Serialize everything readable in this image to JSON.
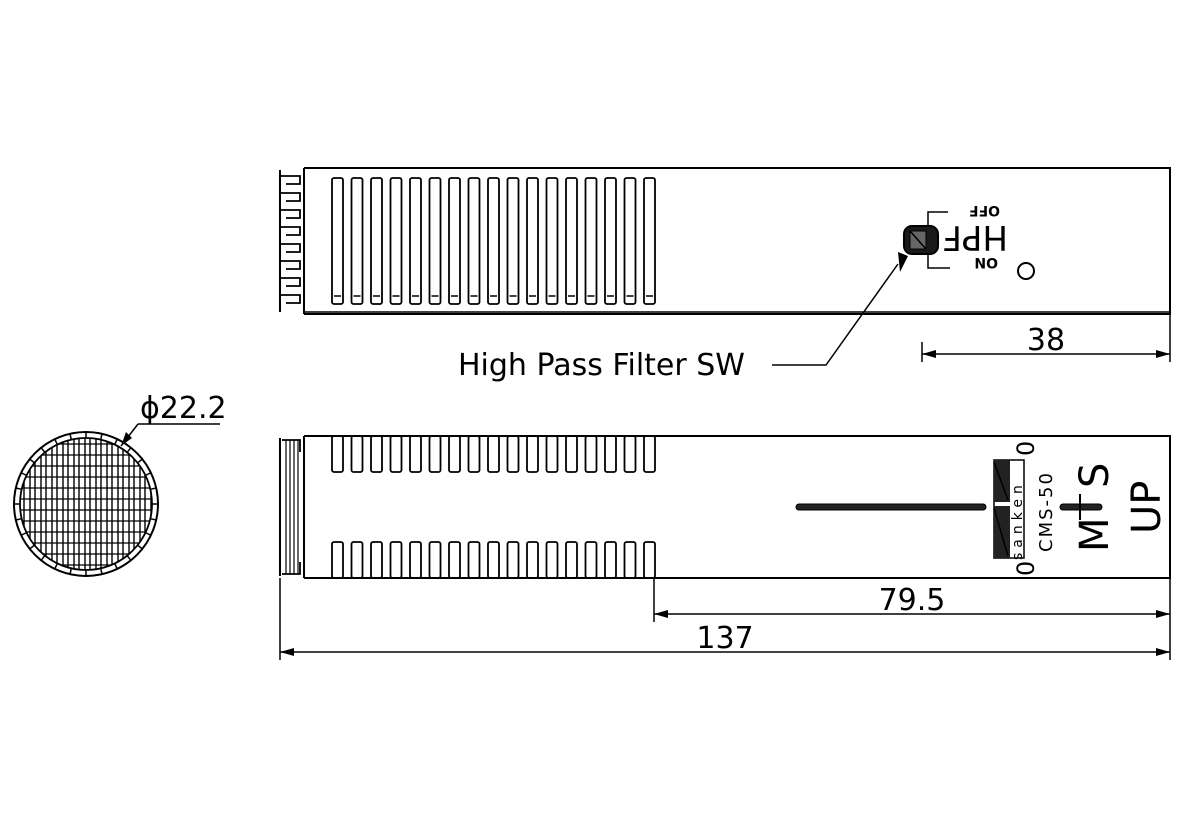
{
  "callout": {
    "hpf_switch": "High Pass Filter SW"
  },
  "dimensions": {
    "diameter": "ϕ22.2",
    "switch_offset": "38",
    "head_length": "79.5",
    "overall_length": "137"
  },
  "switch_markings": {
    "label": "HPF",
    "on": "ON",
    "off": "OFF"
  },
  "body_markings": {
    "brand": "sanken",
    "model": "CMS-50",
    "m_label": "M",
    "s_label": "S",
    "up_label": "UP",
    "zero_top": "0",
    "zero_bottom": "0",
    "side_marker": "O"
  }
}
